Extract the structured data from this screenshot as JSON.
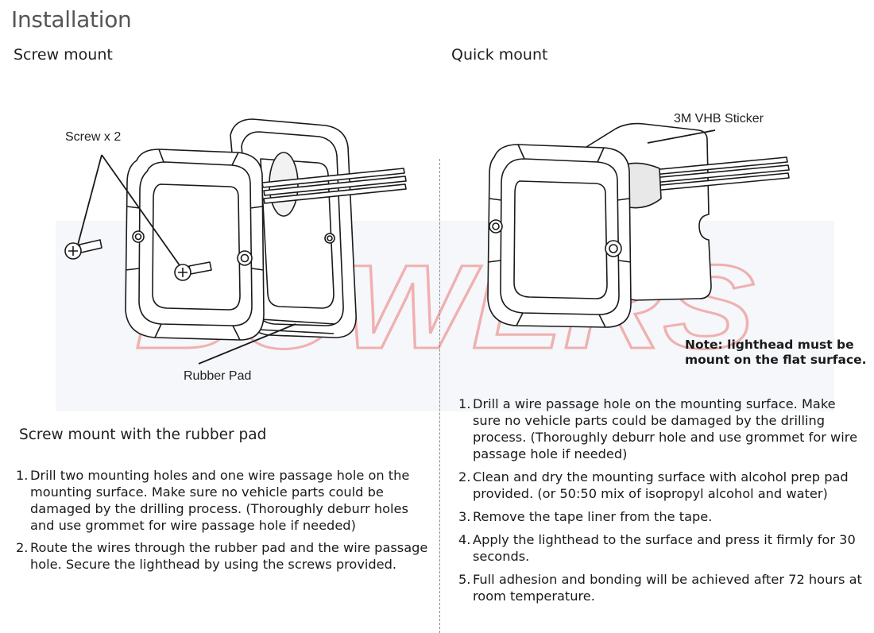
{
  "title": "Installation",
  "screw_mount": {
    "heading": "Screw mount",
    "screw_label": "Screw x 2",
    "pad_label": "Rubber Pad",
    "subheading": "Screw mount with the rubber pad",
    "steps": [
      {
        "num": "1.",
        "text": "Drill two mounting holes and one wire passage hole on the mounting surface. Make sure no vehicle parts could be damaged by the drilling process. (Thoroughly deburr holes and use grommet for wire passage hole if needed)"
      },
      {
        "num": "2.",
        "text": "Route the wires through the rubber pad and the wire passage hole. Secure the lighthead  by using the screws provided."
      }
    ]
  },
  "quick_mount": {
    "heading": "Quick mount",
    "sticker_label": "3M VHB Sticker",
    "note_line1": "Note: lighthead must be",
    "note_line2": "mount on the flat surface.",
    "steps": [
      {
        "num": "1.",
        "text": "Drill a wire passage hole on the mounting surface. Make sure no vehicle parts could be damaged by the drilling process. (Thoroughly deburr hole and use grommet for wire passage hole if needed)"
      },
      {
        "num": "2.",
        "text": "Clean and dry the mounting surface with alcohol prep pad provided. (or 50:50 mix of isopropyl alcohol and water)"
      },
      {
        "num": "3.",
        "text": "Remove the tape liner from the tape."
      },
      {
        "num": "4.",
        "text": "Apply the lighthead to the surface and press it firmly for 30 seconds."
      },
      {
        "num": "5.",
        "text": "Full adhesion and bonding will be achieved after 72 hours at room temperature."
      }
    ]
  },
  "watermark": {
    "text": "BOWERS",
    "color": "#f2b5b5"
  }
}
